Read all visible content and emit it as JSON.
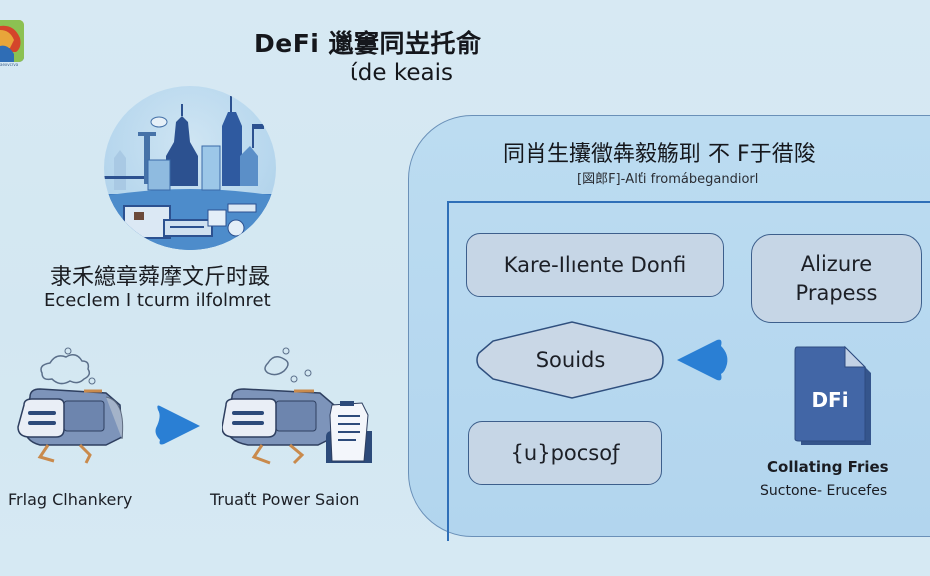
{
  "logo": {
    "icon": "brand-logo-icon",
    "caption": "aexvcrva"
  },
  "title": {
    "main": "DeFi 邋窶同岦托俞",
    "sub": "ίde keais"
  },
  "left": {
    "illustration": "city-skyline-icon",
    "heading_cn": "隶禾繶章蕣摩文斤时晸",
    "heading_en": "EcecIem I tcurm ilfolmret",
    "steps": [
      {
        "icon": "machine-icon",
        "label": "Frlag Clhankery"
      },
      {
        "icon": "arrow-right-icon"
      },
      {
        "icon": "machine-document-icon",
        "label": "Truaťt Power Saion"
      }
    ]
  },
  "panel": {
    "title": "同肖生攮徾犇毅觞刵 不 F于徣陖",
    "subtitle": "[図郎F]-Alťi fromábegandiorl",
    "nodes": {
      "kare": "Kare-Ilıente Donfi",
      "alizure_line1": "Alizure",
      "alizure_line2": "Prapess",
      "souids": "Souids",
      "upocsot": "{u}pocsoƒ"
    },
    "file": {
      "icon_text": "DFi",
      "label": "Collating Fries",
      "sublabel": "Suctone- Erucefes"
    }
  },
  "colors": {
    "background": "#d5e8f3",
    "panel": "#b8d9f0",
    "node_fill": "#c6d6e6",
    "node_border": "#3d5f8c",
    "accent_blue": "#2a7fd4",
    "file_blue": "#3d66a8"
  }
}
